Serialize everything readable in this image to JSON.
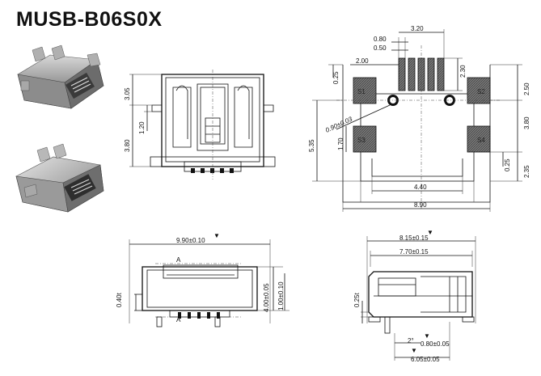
{
  "title": "MUSB-B06S0X",
  "front_view": {
    "dim_top": "3.05",
    "dim_mid": "1.20",
    "dim_bottom": "3.80"
  },
  "footprint": {
    "pitch_width": "3.20",
    "pad_width": "0.80",
    "pad_pitch": "0.50",
    "pad_offset": "2.00",
    "pad_length": "2.30",
    "top_left_height": "0.25",
    "right_top": "2.50",
    "right_mid": "3.80",
    "right_bottom": "2.35",
    "right_small": "0.25",
    "left_overall": "5.35",
    "left_hole_gap": "1.70",
    "hole_diameter": "0.90±0.03",
    "bottom_inner": "4.40",
    "bottom_overall": "8.90"
  },
  "bottom_view": {
    "width": "9.90±0.10",
    "section_marker": "A",
    "thickness": "0.40t",
    "height_a": "4.00±0.05",
    "height_b": "1.00±0.10",
    "arrow": "▼"
  },
  "side_view": {
    "overall": "8.15±0.15",
    "body": "7.70±0.15",
    "thickness": "0.25t",
    "angle": "2°",
    "pin_tail": "0.80±0.05",
    "pin_pitch": "6.05±0.05",
    "arrow": "▼"
  }
}
